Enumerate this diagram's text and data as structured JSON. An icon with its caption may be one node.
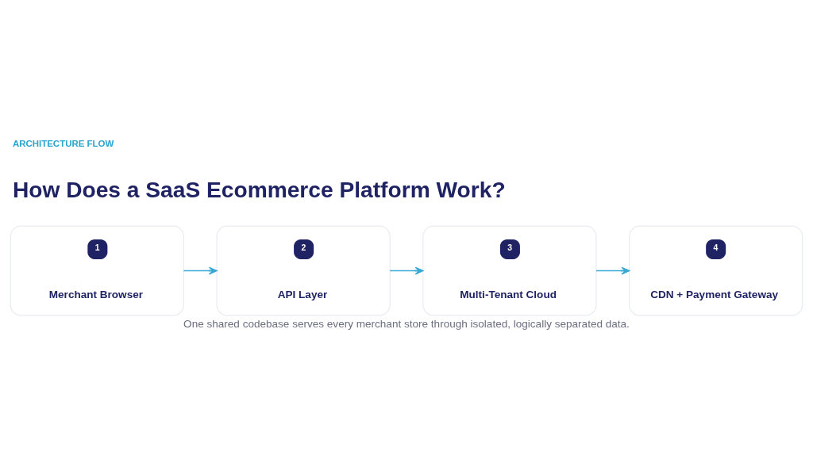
{
  "diagram": {
    "title": "How Does a SaaS Ecommerce Platform Work?",
    "caption": "One shared codebase serves every merchant store through isolated, logically separated data.",
    "nodes": [
      {
        "text": [
          "1",
          "Merchant Browser"
        ]
      },
      {
        "text": [
          "2",
          "API Layer"
        ]
      },
      {
        "text": [
          "3",
          "Multi-Tenant Cloud"
        ]
      },
      {
        "text": [
          "4",
          "CDN + Payment Gateway"
        ]
      }
    ],
    "edges": [
      {
        "from": 0,
        "to": 1,
        "arrow": "to"
      },
      {
        "from": 1,
        "to": 2,
        "arrow": "to"
      },
      {
        "from": 2,
        "to": 3,
        "arrow": "to"
      }
    ],
    "labels": [
      "ARCHITECTURE FLOW"
    ]
  }
}
